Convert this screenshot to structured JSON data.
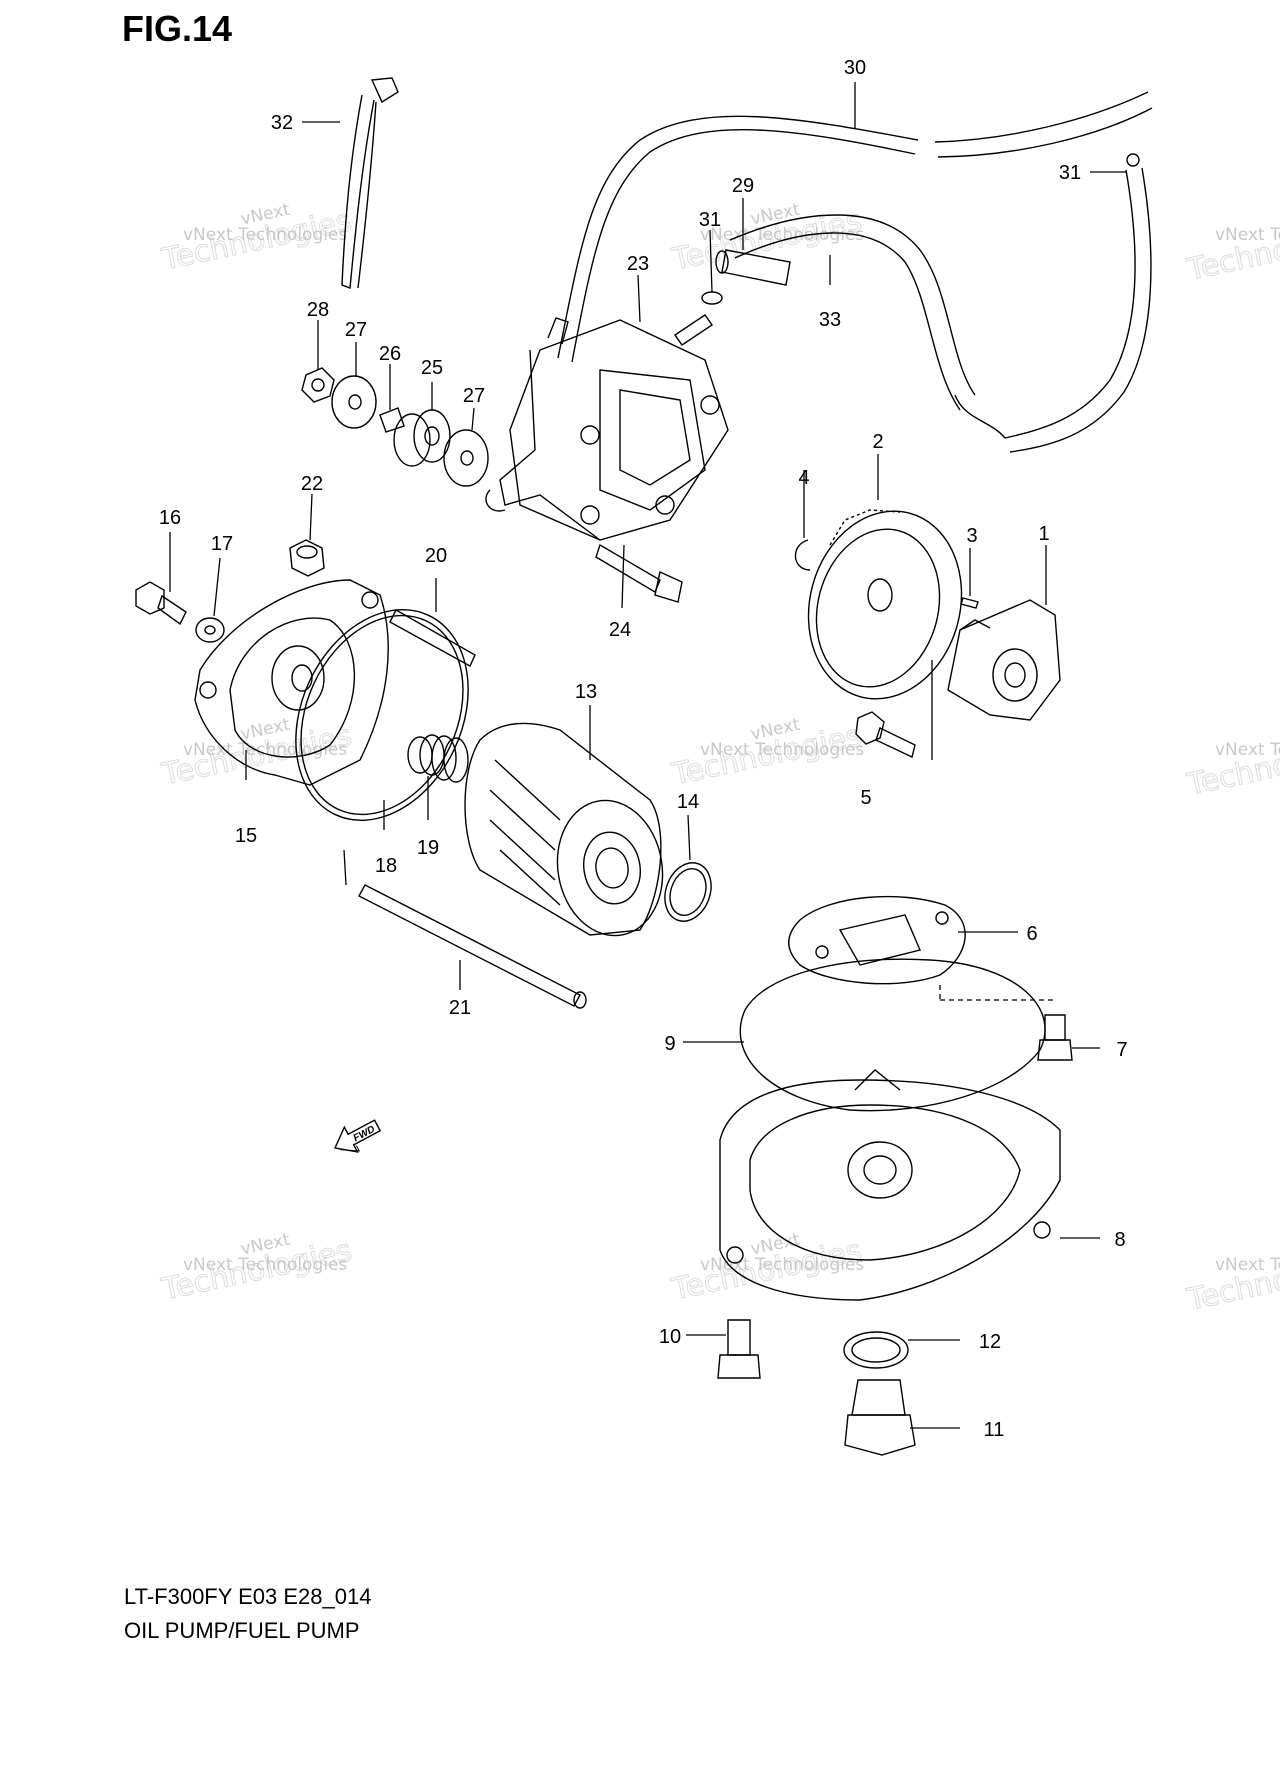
{
  "figure": {
    "title": "FIG.14"
  },
  "watermark": {
    "line1": "vNext",
    "line2": "Technologies",
    "full": "vNext Technologies"
  },
  "fwd_label": "FWD",
  "callouts": [
    "1",
    "2",
    "3",
    "4",
    "5",
    "6",
    "7",
    "8",
    "9",
    "10",
    "11",
    "12",
    "13",
    "14",
    "15",
    "16",
    "17",
    "18",
    "19",
    "20",
    "21",
    "22",
    "23",
    "24",
    "25",
    "26",
    "27",
    "27",
    "28",
    "29",
    "30",
    "31",
    "31",
    "32",
    "33"
  ],
  "footer": {
    "model_code": "LT-F300FY E03 E28_014",
    "diagram_name": "OIL PUMP/FUEL PUMP"
  }
}
